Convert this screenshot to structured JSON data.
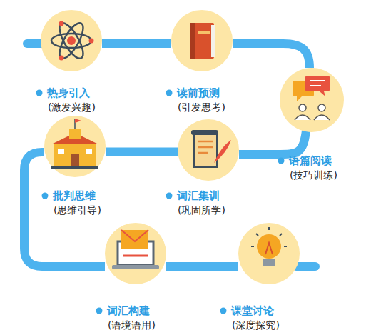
{
  "diagram": {
    "nodes": [
      {
        "text": [
          "热身引入",
          "(激发兴趣)"
        ]
      },
      {
        "text": [
          "读前预测",
          "(引发思考)"
        ]
      },
      {
        "text": [
          "语篇阅读",
          "(技巧训练)"
        ]
      },
      {
        "text": [
          "词汇集训",
          "(巩固所学)"
        ]
      },
      {
        "text": [
          "批判思维",
          "(思维引导)"
        ]
      },
      {
        "text": [
          "词汇构建",
          "(语境语用)"
        ]
      },
      {
        "text": [
          "课堂讨论",
          "(深度探究)"
        ]
      }
    ],
    "edges": [
      {
        "from": 0,
        "to": 1,
        "arrow": "none"
      },
      {
        "from": 1,
        "to": 2,
        "arrow": "none"
      },
      {
        "from": 2,
        "to": 3,
        "arrow": "none"
      },
      {
        "from": 3,
        "to": 4,
        "arrow": "none"
      },
      {
        "from": 4,
        "to": 5,
        "arrow": "none"
      },
      {
        "from": 5,
        "to": 6,
        "arrow": "none"
      }
    ]
  }
}
